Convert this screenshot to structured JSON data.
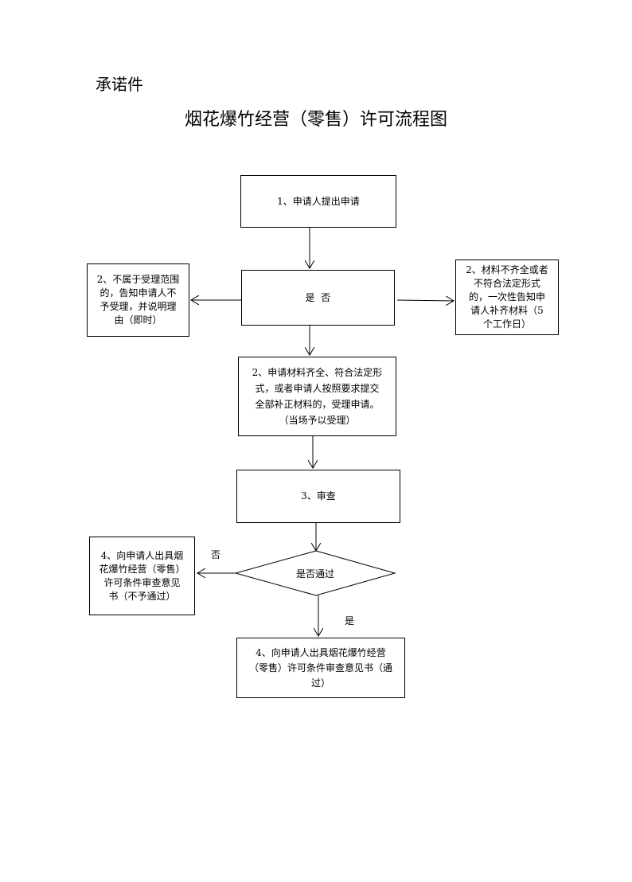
{
  "header": {
    "label": "承诺件"
  },
  "title": "烟花爆竹经营（零售）许可流程图",
  "nodes": {
    "apply": {
      "text": "1、申请人提出申请"
    },
    "check": {
      "text": "是  否"
    },
    "reject": {
      "lines": [
        "2、不属于受理范围",
        "的，告知申请人不",
        "予受理，并说明理",
        "由（即时）"
      ]
    },
    "supplement": {
      "lines": [
        "2、材料不齐全或者",
        "不符合法定形式",
        "的，一次性告知申",
        "请人补齐材料（5",
        "个工作日）"
      ]
    },
    "accept": {
      "lines": [
        "2、申请材料齐全、符合法定形",
        "式，或者申请人按照要求提交",
        "全部补正材料的，受理申请。",
        "（当场予以受理）"
      ]
    },
    "review": {
      "text": "3、审查"
    },
    "decision": {
      "text": "是否通过"
    },
    "fail": {
      "lines": [
        "4、向申请人出具烟",
        "花爆竹经营（零售）",
        "许可条件审查意见",
        "书（不予通过）"
      ]
    },
    "pass": {
      "lines": [
        "4、向申请人出具烟花爆竹经营",
        "（零售）许可条件审查意见书（通",
        "过）"
      ]
    }
  },
  "edge_labels": {
    "no": "否",
    "yes": "是"
  }
}
